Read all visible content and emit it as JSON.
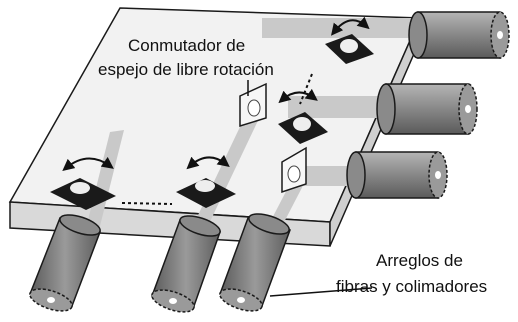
{
  "labels": {
    "switch_line1": "Conmutador de",
    "switch_line2": "espejo de libre rotación",
    "arrays_line1": "Arreglos de",
    "arrays_line2": "fibras y colimadores"
  },
  "colors": {
    "board": "#f2f2f2",
    "board_edge": "#d6d6d6",
    "outline": "#1a1a1a",
    "beam": "#c9c9c9",
    "cylinder": "#8a8a8a",
    "cylinder_dark": "#6a6a6a",
    "mirror_base": "#1a1a1a",
    "mirror_disk": "#eeeeee"
  },
  "icons": {
    "rotation": "curved-double-arrow",
    "mirror": "rotating-mirror",
    "collimator": "fiber-collimator-cylinder"
  }
}
